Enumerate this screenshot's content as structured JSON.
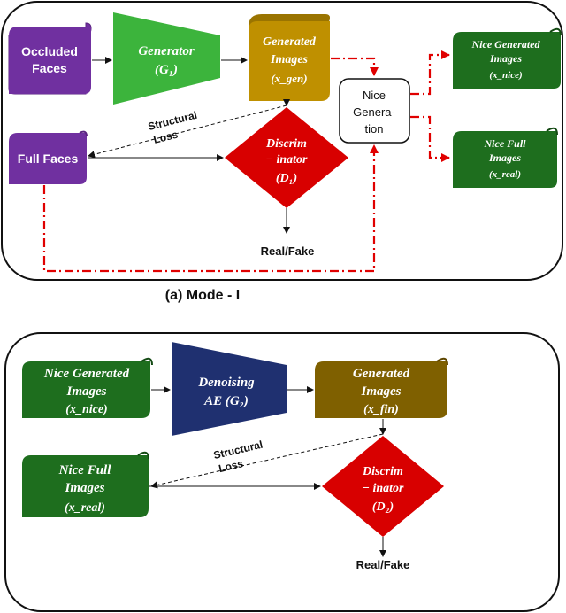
{
  "colors": {
    "purple": "#7030A0",
    "green": "#3CB43C",
    "gold": "#BF9000",
    "red": "#D80000",
    "dark_green": "#1E6E1E",
    "navy": "#1F3070",
    "olive": "#7F6000",
    "dash_red": "#E00000"
  },
  "mode1": {
    "caption": "(a) Mode - I",
    "occluded": [
      "Occluded",
      "Faces"
    ],
    "generator": [
      "Generator",
      "(G₁)"
    ],
    "generated": [
      "Generated",
      "Images",
      "(x_gen)"
    ],
    "full_faces": "Full Faces",
    "discriminator": [
      "Discrim",
      "− inator",
      "(D₁)"
    ],
    "nice_generation": [
      "Nice",
      "Genera-",
      "tion"
    ],
    "nice_generated": [
      "Nice Generated",
      "Images",
      "(x_nice)"
    ],
    "nice_full": [
      "Nice Full",
      "Images",
      "(x_real)"
    ],
    "structural_loss": [
      "Structural",
      "Loss"
    ],
    "real_fake": "Real/Fake"
  },
  "mode2": {
    "nice_generated": [
      "Nice Generated",
      "Images",
      "(x_nice)"
    ],
    "denoising": [
      "Denoising",
      "AE (G₂)"
    ],
    "generated": [
      "Generated",
      "Images",
      "(x_fin)"
    ],
    "nice_full": [
      "Nice Full",
      "Images",
      "(x_real)"
    ],
    "discriminator": [
      "Discrim",
      "− inator",
      "(D₂)"
    ],
    "structural_loss": [
      "Structural",
      "Loss"
    ],
    "real_fake": "Real/Fake"
  }
}
